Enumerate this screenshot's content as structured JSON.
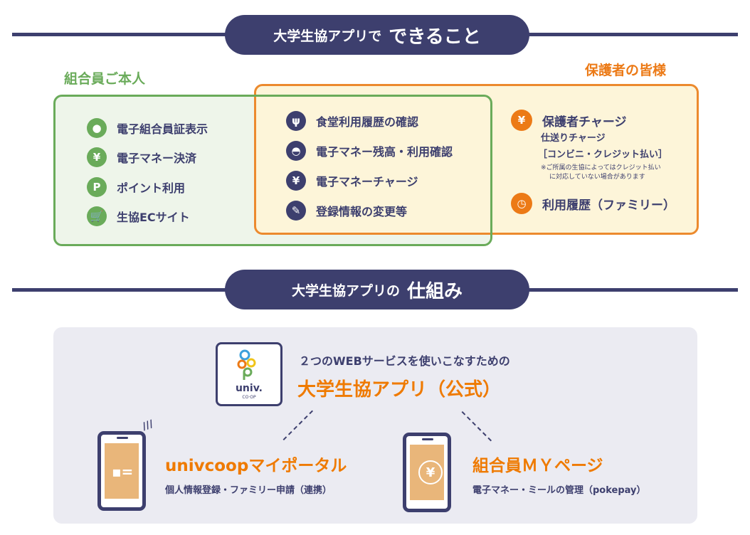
{
  "section1": {
    "title_small": "大学生協アプリで",
    "title_big": "できること"
  },
  "member": {
    "heading": "組合員ご本人",
    "items": [
      {
        "icon": "person-icon",
        "label": "電子組合員証表示"
      },
      {
        "icon": "yen-icon",
        "label": "電子マネー決済"
      },
      {
        "icon": "point-icon",
        "label": "ポイント利用"
      },
      {
        "icon": "cart-icon",
        "label": "生協ECサイト"
      }
    ]
  },
  "shared": {
    "items": [
      {
        "icon": "fork-knife-icon",
        "label": "食堂利用履歴の確認"
      },
      {
        "icon": "wallet-icon",
        "label": "電子マネー残高・利用確認"
      },
      {
        "icon": "money-bag-icon",
        "label": "電子マネーチャージ"
      },
      {
        "icon": "edit-icon",
        "label": "登録情報の変更等"
      }
    ]
  },
  "guardian": {
    "heading": "保護者の皆様",
    "charge_title": "保護者チャージ",
    "charge_sub1": "仕送りチャージ",
    "charge_sub2": "［コンビニ・クレジット払い］",
    "note1": "※ご所属の生協によってはクレジット払い",
    "note2": "に対応していない場合があります",
    "history": "利用履歴（ファミリー）"
  },
  "section2": {
    "title_small": "大学生協アプリの",
    "title_big": "仕組み"
  },
  "app": {
    "logo_text": "univ.",
    "logo_sub": "CO·OP",
    "intro": "２つのWEBサービスを使いこなすための",
    "name": "大学生協アプリ（公式）"
  },
  "services": [
    {
      "title": "univcoopマイポータル",
      "desc": "個人情報登録・ファミリー申請（連携）"
    },
    {
      "title": "組合員ＭＹページ",
      "desc": "電子マネー・ミールの管理（pokepay）"
    }
  ],
  "colors": {
    "navy": "#3d3f6e",
    "green": "#6aab5a",
    "orange": "#ec7a16"
  }
}
